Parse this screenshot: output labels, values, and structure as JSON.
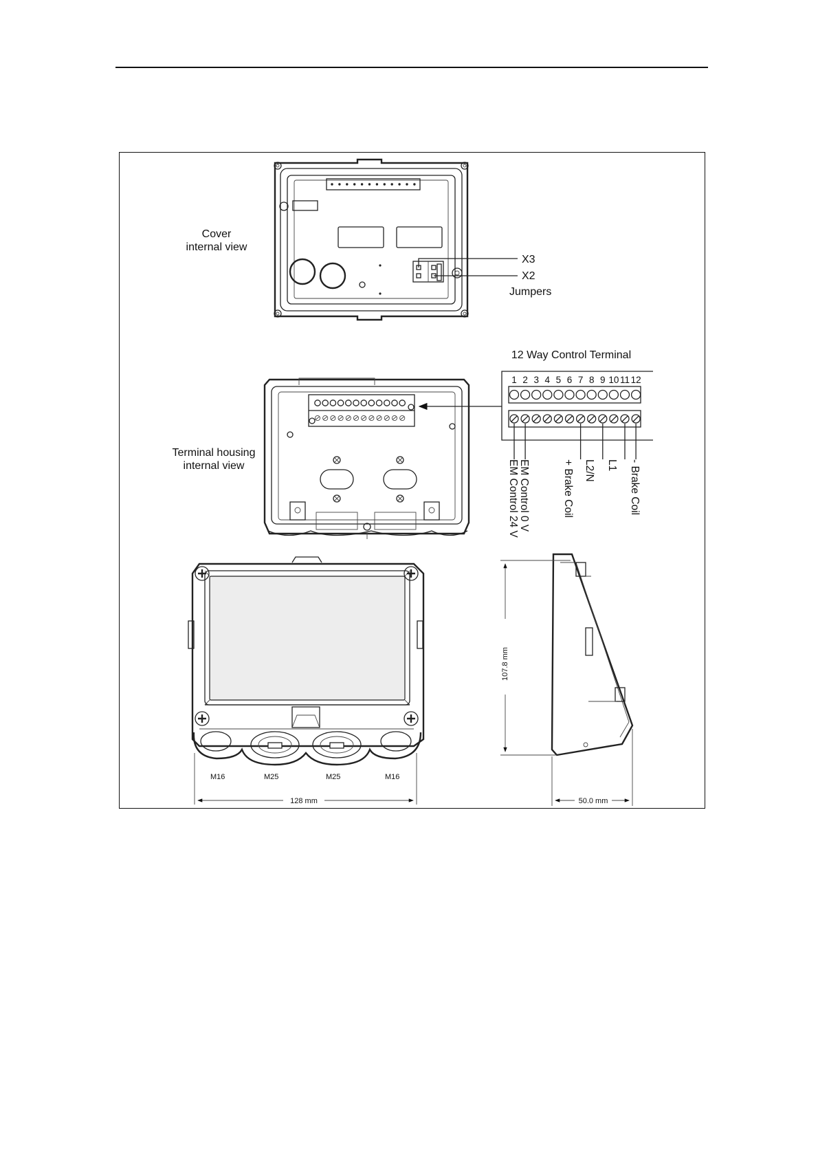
{
  "cover_view": {
    "label_line1": "Cover",
    "label_line2": "internal  view",
    "jumper_x3": "X3",
    "jumper_x2": "X2",
    "jumpers_label": "Jumpers"
  },
  "terminal_housing": {
    "label_line1": "Terminal housing",
    "label_line2": "internal  view"
  },
  "control_terminal": {
    "title": "12 Way Control Terminal",
    "numbers": [
      "1",
      "2",
      "3",
      "4",
      "5",
      "6",
      "7",
      "8",
      "9",
      "10",
      "11",
      "12"
    ],
    "wire_labels": [
      "EM Control 24 V",
      "EM Control 0 V",
      "+ Brake Coil",
      "L2/N",
      "L1",
      "- Brake Coil"
    ]
  },
  "dimensions": {
    "gland_left": "M16",
    "gland_mid_left": "M25",
    "gland_mid_right": "M25",
    "gland_right": "M16",
    "width": "128 mm",
    "height": "107.8 mm",
    "depth": "50.0 mm"
  }
}
